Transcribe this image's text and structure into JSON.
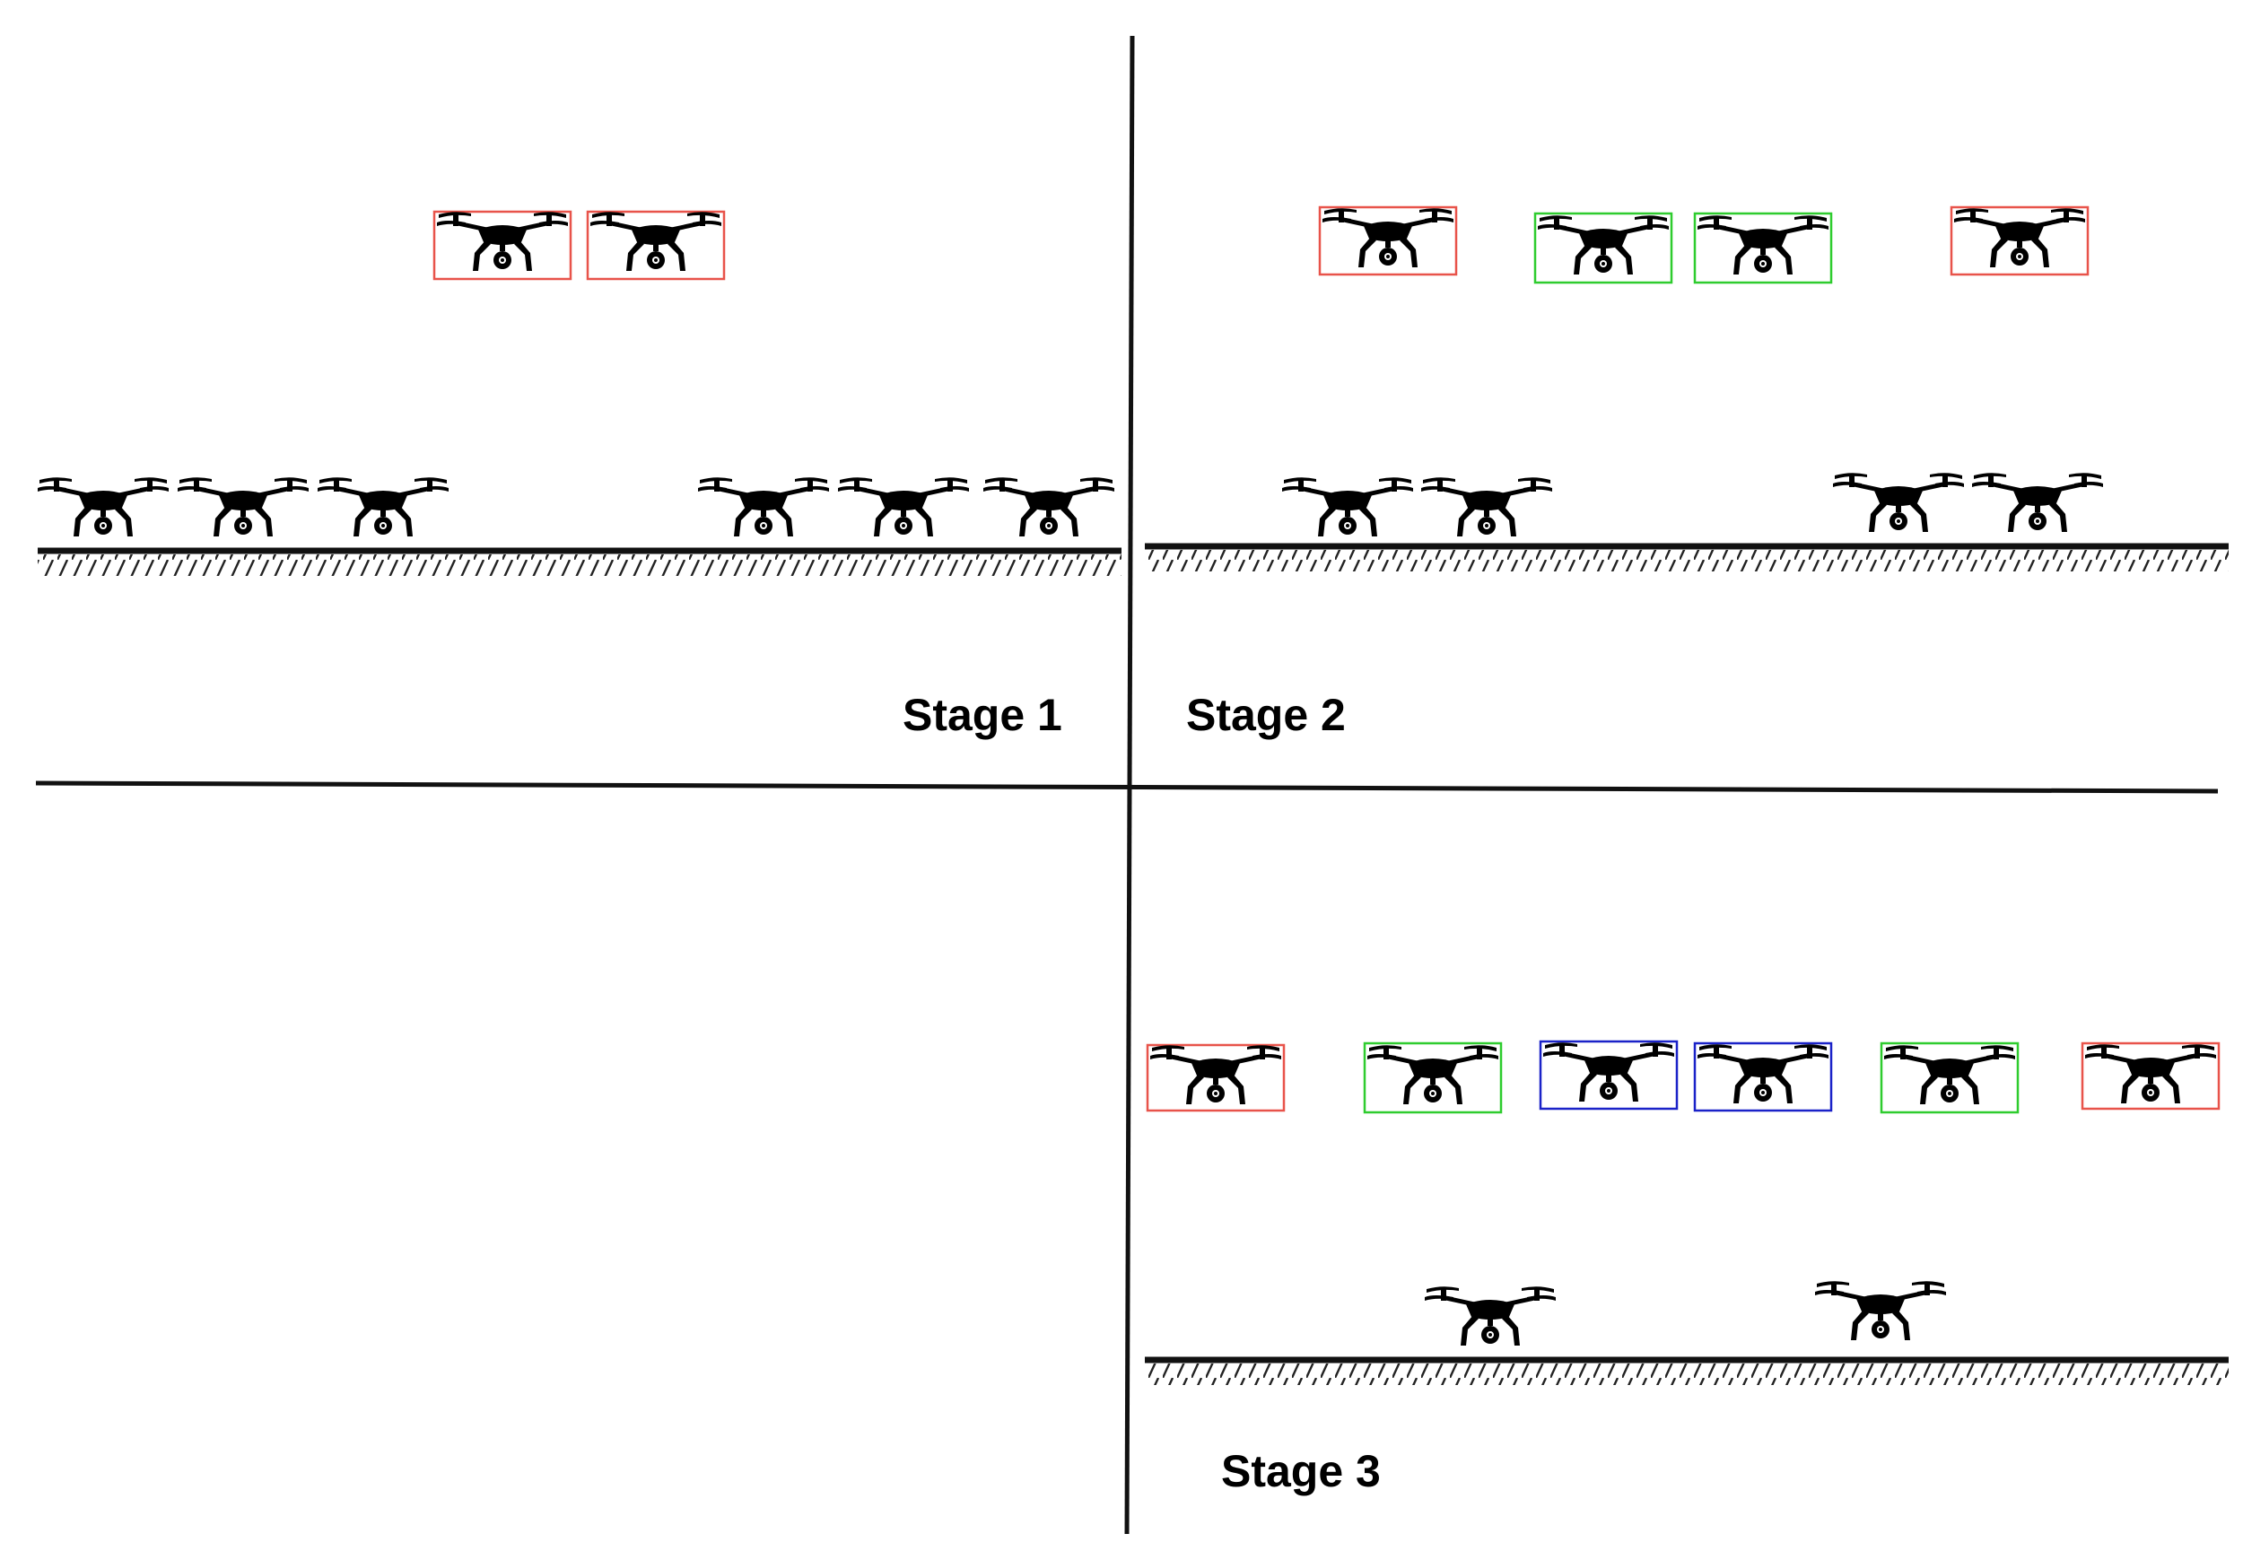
{
  "diagram": {
    "stages": [
      {
        "id": "stage-1",
        "label": "Stage 1"
      },
      {
        "id": "stage-2",
        "label": "Stage 2"
      },
      {
        "id": "stage-3",
        "label": "Stage 3"
      }
    ],
    "colors": {
      "lines": "#111111",
      "drone": "#000000",
      "ground_hatch": "#222222",
      "box_red": "#e8534a",
      "box_green": "#2ecc2e",
      "box_blue": "#1a22c8"
    },
    "icon": "drone-icon"
  }
}
